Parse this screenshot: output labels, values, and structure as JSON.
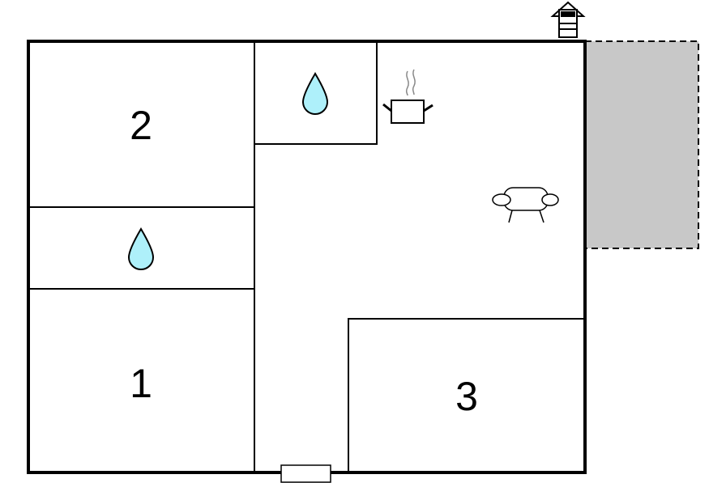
{
  "floorplan": {
    "rooms": [
      {
        "id": "bedroom-2",
        "label": "2"
      },
      {
        "id": "bedroom-1",
        "label": "1"
      },
      {
        "id": "bedroom-3",
        "label": "3"
      }
    ],
    "icons": {
      "bathroom_main": "water-drop-icon",
      "bathroom_small": "water-drop-icon",
      "kitchen": "cooking-pot-icon",
      "living": "sofa-icon",
      "fireplace": "chimney-icon",
      "entrance": "door-icon"
    },
    "colors": {
      "wall": "#000000",
      "water": "#aef0fa",
      "terrace": "#c8c8c8"
    }
  }
}
